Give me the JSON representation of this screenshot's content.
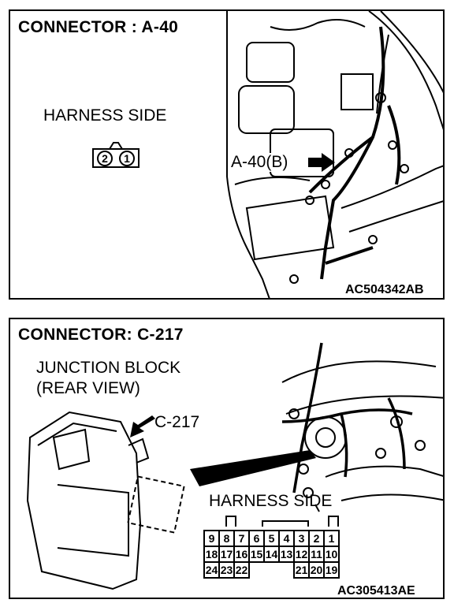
{
  "panel_a": {
    "title": "CONNECTOR : A-40",
    "harness_side": "HARNESS SIDE",
    "pins": [
      "2",
      "1"
    ],
    "callout": "A-40(B)",
    "code": "AC504342AB"
  },
  "panel_b": {
    "title": "CONNECTOR: C-217",
    "junction_line1": "JUNCTION BLOCK",
    "junction_line2": "(REAR VIEW)",
    "callout": "C-217",
    "harness_side": "HARNESS SIDE",
    "pin_rows": [
      [
        "9",
        "8",
        "7",
        "6",
        "5",
        "4",
        "3",
        "2",
        "1"
      ],
      [
        "18",
        "17",
        "16",
        "15",
        "14",
        "13",
        "12",
        "11",
        "10"
      ],
      [
        "24",
        "23",
        "22",
        "",
        "",
        "",
        "21",
        "20",
        "19"
      ]
    ],
    "code": "AC305413AE"
  }
}
